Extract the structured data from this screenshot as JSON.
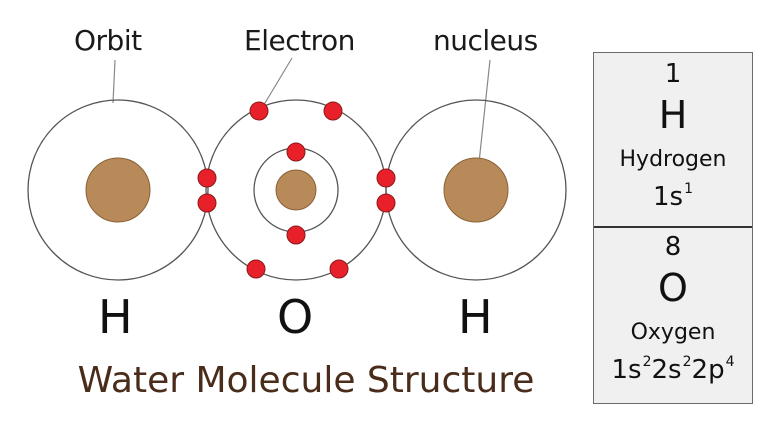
{
  "labels": {
    "orbit": "Orbit",
    "electron": "Electron",
    "nucleus": "nucleus"
  },
  "atoms": [
    "H",
    "O",
    "H"
  ],
  "title": "Water Molecule Structure",
  "elements": [
    {
      "number": "1",
      "symbol": "H",
      "name": "Hydrogen",
      "config": [
        [
          "1s",
          "1"
        ]
      ]
    },
    {
      "number": "8",
      "symbol": "O",
      "name": "Oxygen",
      "config": [
        [
          "1s",
          "2"
        ],
        [
          "2s",
          "2"
        ],
        [
          "2p",
          "4"
        ]
      ]
    }
  ],
  "colors": {
    "nucleus": "#b88a5a",
    "electron": "#e8202a",
    "orbit": "#555555",
    "title": "#4a2c1a",
    "card_bg": "#f0f0f0"
  },
  "electron_counts": {
    "hydrogen_shell": 1,
    "oxygen_inner_shell": 2,
    "oxygen_outer_shell": 6,
    "shared_pairs": 2
  }
}
